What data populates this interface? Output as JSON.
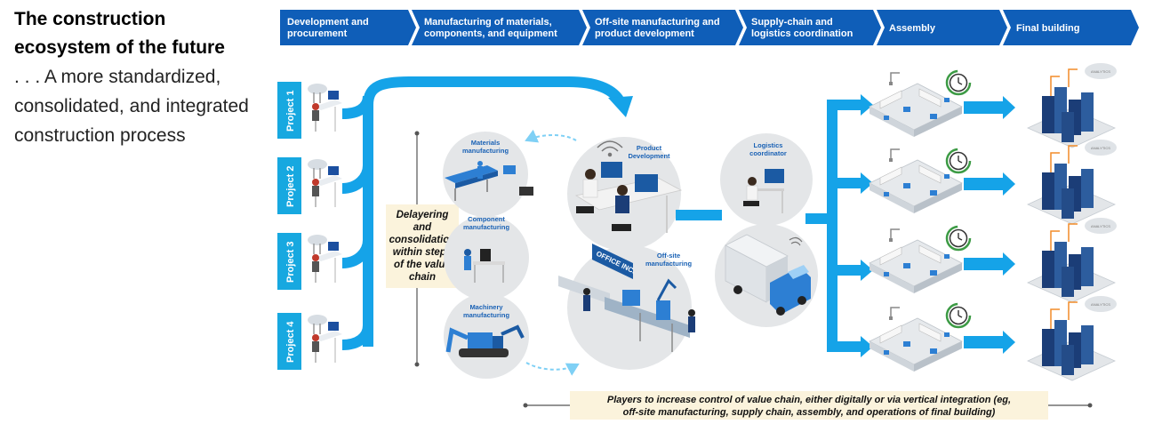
{
  "title": "The construction ecosystem of the future",
  "subtitle": ". . . A more standardized, consolidated, and integrated construction process",
  "value_chain_steps": [
    [
      "Development and",
      "procurement"
    ],
    [
      "Manufacturing of materials,",
      "components, and equipment"
    ],
    [
      "Off-site manufacturing and",
      "product development"
    ],
    [
      "Supply-chain and",
      "logistics coordination"
    ],
    [
      "Assembly"
    ],
    [
      "Final building"
    ]
  ],
  "projects": [
    "Project 1",
    "Project 2",
    "Project 3",
    "Project 4"
  ],
  "nodes": {
    "materials": [
      "Materials",
      "manufacturing"
    ],
    "component": [
      "Component",
      "manufacturing"
    ],
    "machinery": [
      "Machinery",
      "manufacturing"
    ],
    "product": [
      "Product",
      "Development"
    ],
    "offsite": [
      "Off-site",
      "manufacturing"
    ],
    "logistics": [
      "Logistics",
      "coordinator"
    ]
  },
  "delayering_note": [
    "Delayering",
    "and",
    "consolidation",
    "within steps",
    "of the value",
    "chain"
  ],
  "control_note": [
    "Players to increase control of value chain, either digitally or via vertical integration (eg,",
    "off-site manufacturing, supply chain, assembly, and operations of final building)"
  ],
  "factory_sign": "OFFICE INC.",
  "cloud_label": "ANALYTICS",
  "colors": {
    "header_blue": "#0f5eb8",
    "arrow_cyan": "#15a3e8",
    "project_cyan": "#17a8e0",
    "note_bg": "#fbf3dc",
    "clock_green": "#3d9b45"
  }
}
